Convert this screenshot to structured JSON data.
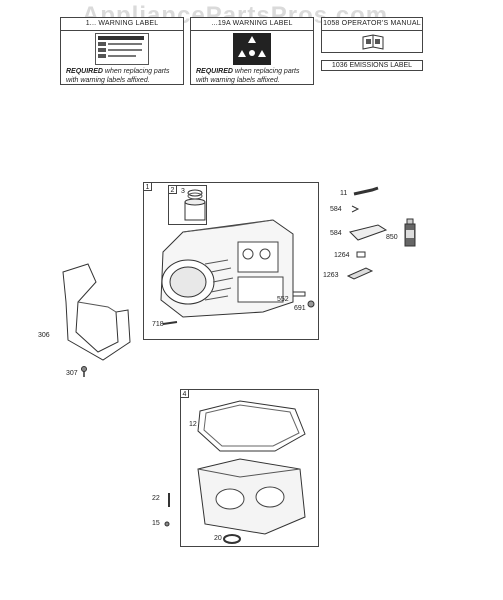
{
  "watermark": "AppliancePartsPros.com",
  "labels": {
    "warning_label_a": {
      "title": "1... WARNING LABEL",
      "required_word": "REQUIRED",
      "required_text_1": " when replacing parts",
      "required_text_2": "with warning labels affixed."
    },
    "warning_label_b": {
      "title": "...19A WARNING LABEL",
      "required_word": "REQUIRED",
      "required_text_1": " when replacing parts",
      "required_text_2": "with warning labels affixed."
    },
    "manual": {
      "title": "1058 OPERATOR'S MANUAL"
    },
    "emissions": {
      "title": "1036 EMISSIONS LABEL"
    }
  },
  "parts": {
    "box1": "1",
    "box2": "2",
    "box4": "4",
    "p3": "3",
    "p11": "11",
    "p584a": "584",
    "p584b": "584",
    "p850": "850",
    "p1264": "1264",
    "p1263": "1263",
    "p552": "552",
    "p691": "691",
    "p718": "718",
    "p306": "306",
    "p307": "307",
    "p12": "12",
    "p22": "22",
    "p15": "15",
    "p20": "20"
  }
}
